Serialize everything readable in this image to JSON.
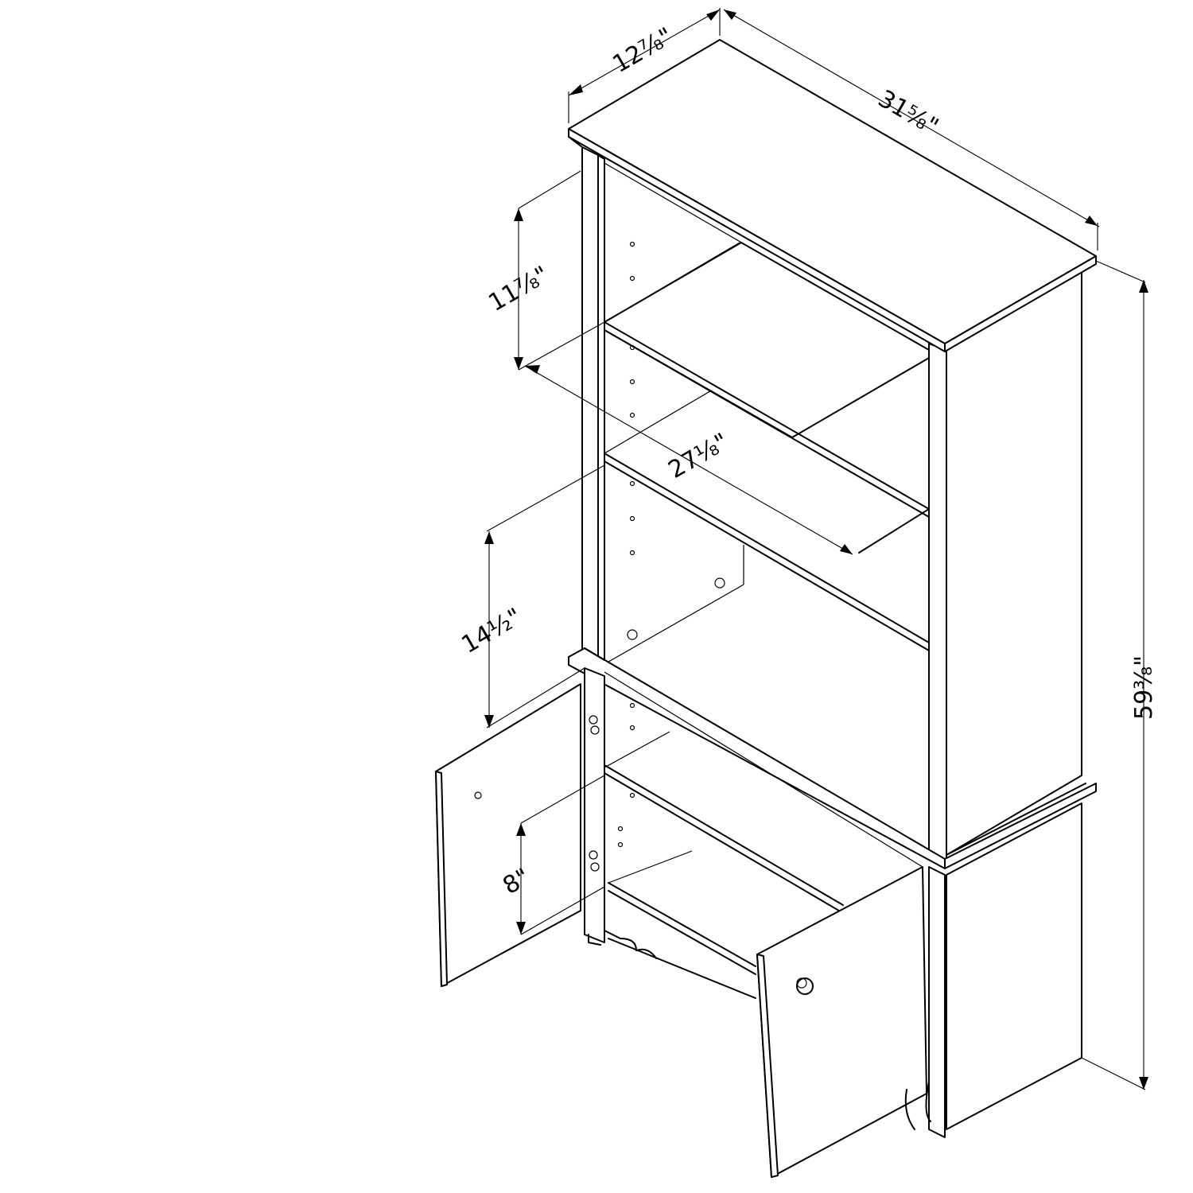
{
  "colors": {
    "line": "#000000",
    "background": "#ffffff"
  },
  "dimensions": {
    "depth": "12⅞\"",
    "width": "31⅝\"",
    "upper_shelf_gap": "11⅞\"",
    "inner_width": "27⅛\"",
    "middle_shelf_gap": "14½\"",
    "lower_shelf_gap": "8\"",
    "height": "59⅜\""
  }
}
